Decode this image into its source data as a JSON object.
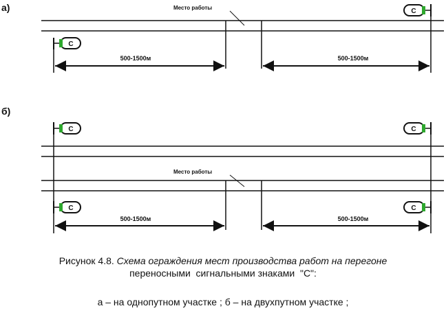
{
  "panels": {
    "a": {
      "label": "а)",
      "work_site_label": "Место работы",
      "distance_left": "500-1500м",
      "distance_right": "500-1500м",
      "signals": [
        "С",
        "С"
      ]
    },
    "b": {
      "label": "б)",
      "work_site_label": "Место работы",
      "distance_left": "500-1500м",
      "distance_right": "500-1500м",
      "signals": [
        "С",
        "С",
        "С",
        "С"
      ]
    }
  },
  "caption": {
    "line1_prefix": "Рисунок 4.8. ",
    "line1_italic": "Схема ограждения мест производства работ на перегоне",
    "line2": "переносными  сигнальными знаками  \"С\":",
    "line3": "а – на однопутном участке ; б – на двухпутном участке ;"
  }
}
